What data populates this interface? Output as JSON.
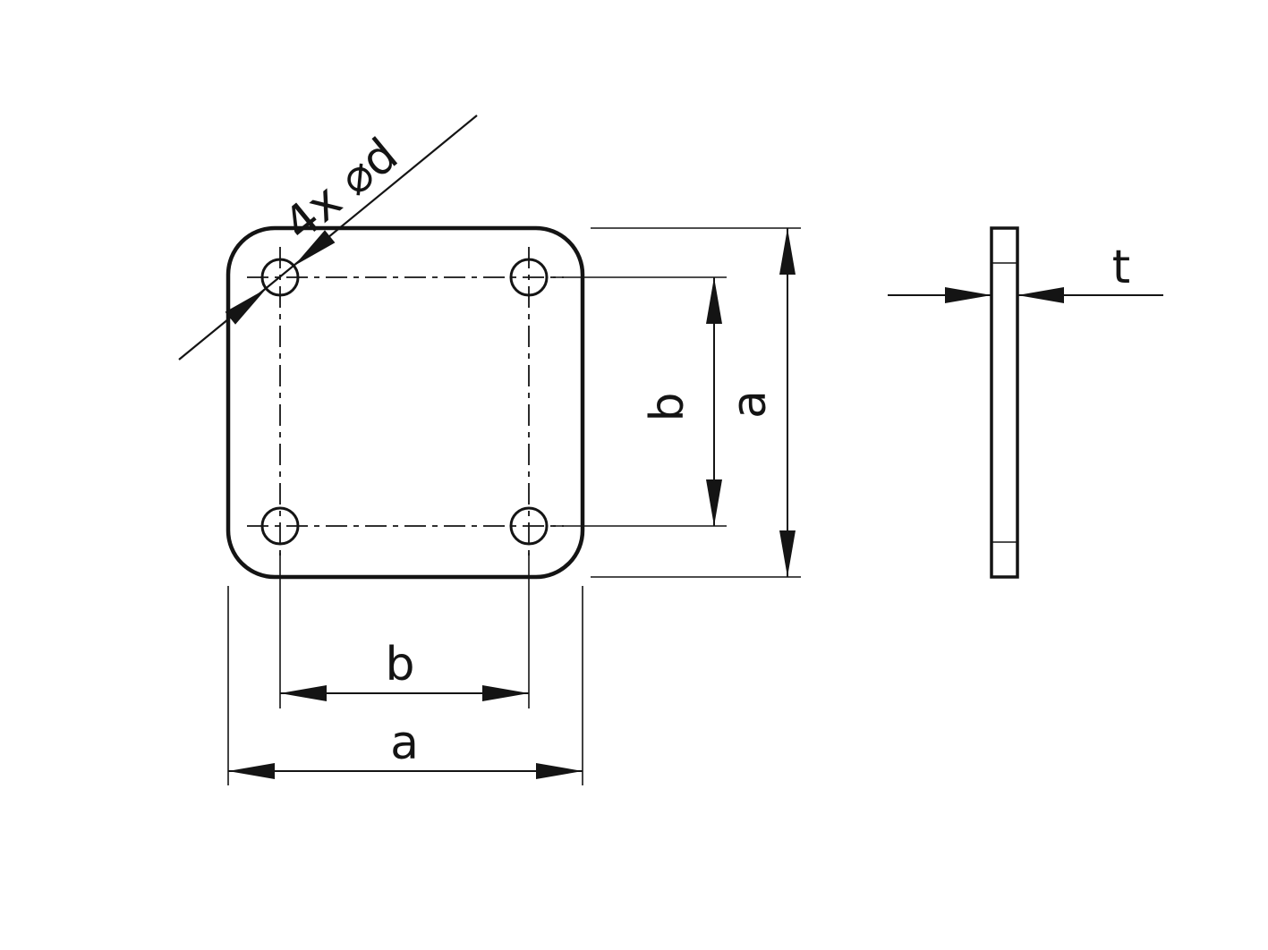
{
  "drawing": {
    "background_color": "#ffffff",
    "line_color": "#141414",
    "labels": {
      "hole_callout": "4x ⌀d",
      "b_vertical": "b",
      "a_vertical": "a",
      "b_horizontal": "b",
      "a_horizontal": "a",
      "thickness": "t"
    }
  }
}
